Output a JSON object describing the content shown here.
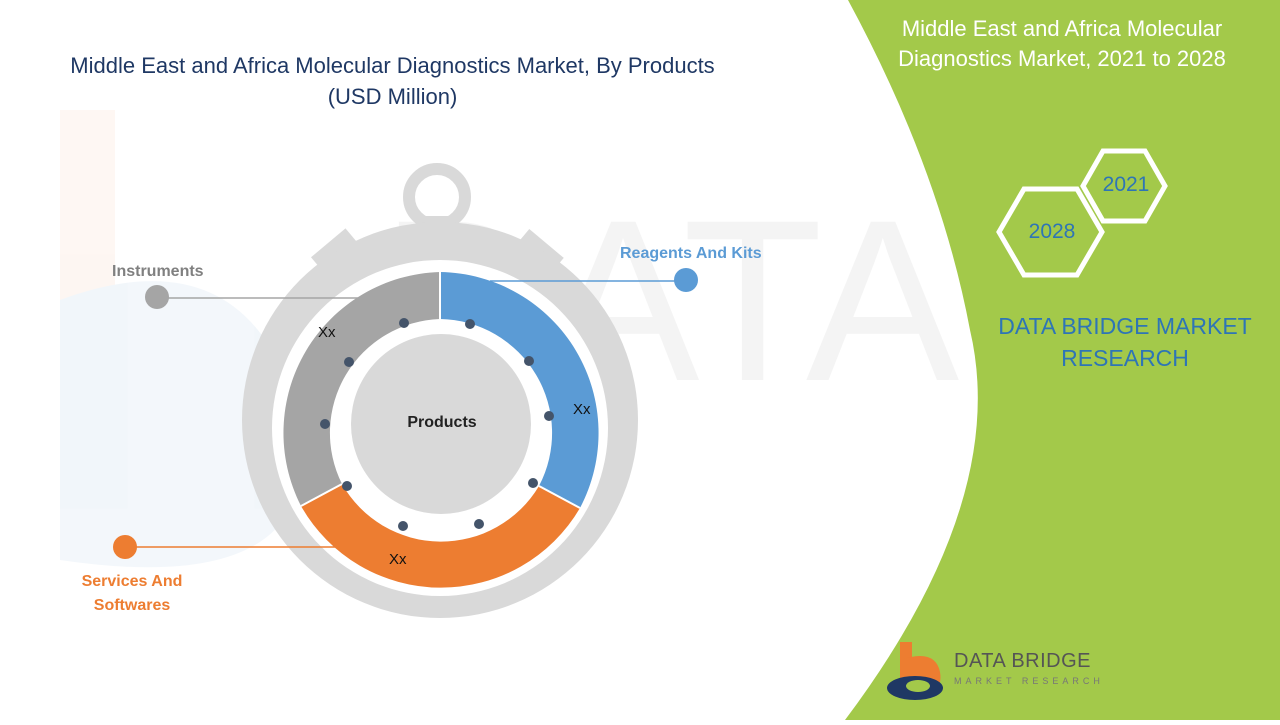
{
  "header": {
    "title_line1": "Middle East and Africa Molecular Diagnostics Market, By Products",
    "title_line2": "(USD Million)"
  },
  "side_panel": {
    "title_line1": "Middle East and Africa Molecular",
    "title_line2": "Diagnostics Market, 2021 to 2028",
    "years": [
      "2021",
      "2028"
    ],
    "brand_line1": "DATA BRIDGE MARKET",
    "brand_line2": "RESEARCH"
  },
  "diagram": {
    "center_label": "Products",
    "segments": [
      {
        "name": "Reagents And Kits",
        "value_label": "Xx",
        "color": "#5b9bd5"
      },
      {
        "name": "Services And Softwares",
        "name_line1": "Services And",
        "name_line2": "Softwares",
        "value_label": "Xx",
        "color": "#ed7d31"
      },
      {
        "name": "Instruments",
        "value_label": "Xx",
        "color": "#a5a5a5"
      }
    ]
  },
  "logo": {
    "name": "DATA BRIDGE",
    "tagline": "MARKET RESEARCH"
  },
  "colors": {
    "accent_green": "#a3c94a",
    "title_blue": "#1f3864",
    "brand_blue": "#2e75b6",
    "stopwatch_gray": "#d9d9d9"
  }
}
